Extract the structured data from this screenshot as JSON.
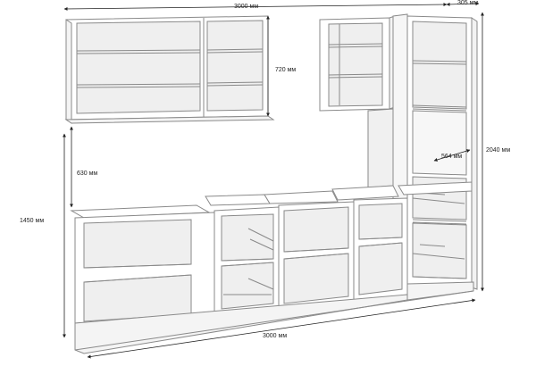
{
  "dimensions": {
    "top_width": "3000 мм",
    "tall_depth": "305 мм",
    "wall_height": "720 мм",
    "wall_gap": "630 мм",
    "tall_height": "2040 мм",
    "inner_depth": "564 мм",
    "base_height": "1450 мм",
    "bottom_width": "3000 мм"
  },
  "colors": {
    "line": "#8a8a8a",
    "dim": "#222222",
    "panel": "#ffffff",
    "inner": "#f2f2f2",
    "back": "#e9e9e9"
  }
}
